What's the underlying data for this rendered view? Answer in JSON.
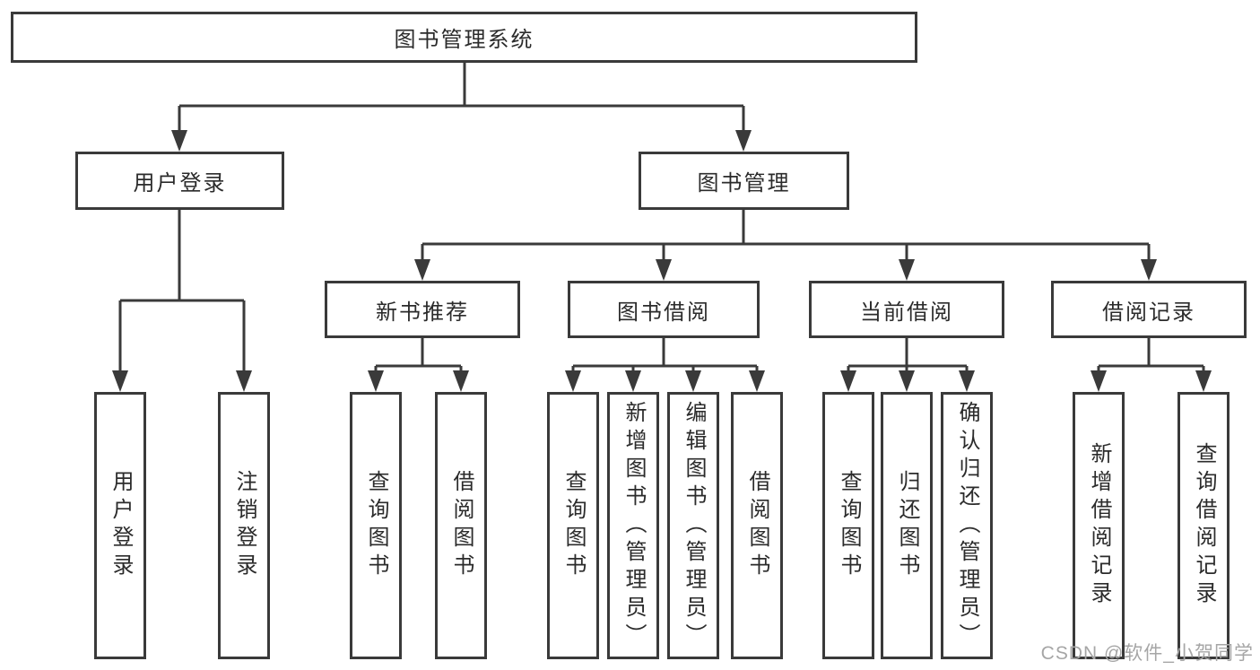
{
  "diagram": {
    "root": {
      "label": "图书管理系统"
    },
    "level2": [
      {
        "label": "用户登录"
      },
      {
        "label": "图书管理"
      }
    ],
    "level3": [
      {
        "label": "新书推荐"
      },
      {
        "label": "图书借阅"
      },
      {
        "label": "当前借阅"
      },
      {
        "label": "借阅记录"
      }
    ],
    "leaves": {
      "user_login": [
        {
          "label": "用户登录"
        },
        {
          "label": "注销登录"
        }
      ],
      "new_books": [
        {
          "label": "查询图书"
        },
        {
          "label": "借阅图书"
        }
      ],
      "book_borrowing": [
        {
          "label": "查询图书"
        },
        {
          "label": "新增图书（管理员）"
        },
        {
          "label": "编辑图书（管理员）"
        },
        {
          "label": "借阅图书"
        }
      ],
      "current_borrowing": [
        {
          "label": "查询图书"
        },
        {
          "label": "归还图书"
        },
        {
          "label": "确认归还（管理员）"
        }
      ],
      "borrowing_records": [
        {
          "label": "新增借阅记录"
        },
        {
          "label": "查询借阅记录"
        }
      ]
    }
  },
  "watermark": "CSDN @软件_小贺同学",
  "colors": {
    "line": "#3a3a3a",
    "text": "#2b2b2b",
    "watermark": "#a6a6a6",
    "background": "#ffffff"
  }
}
